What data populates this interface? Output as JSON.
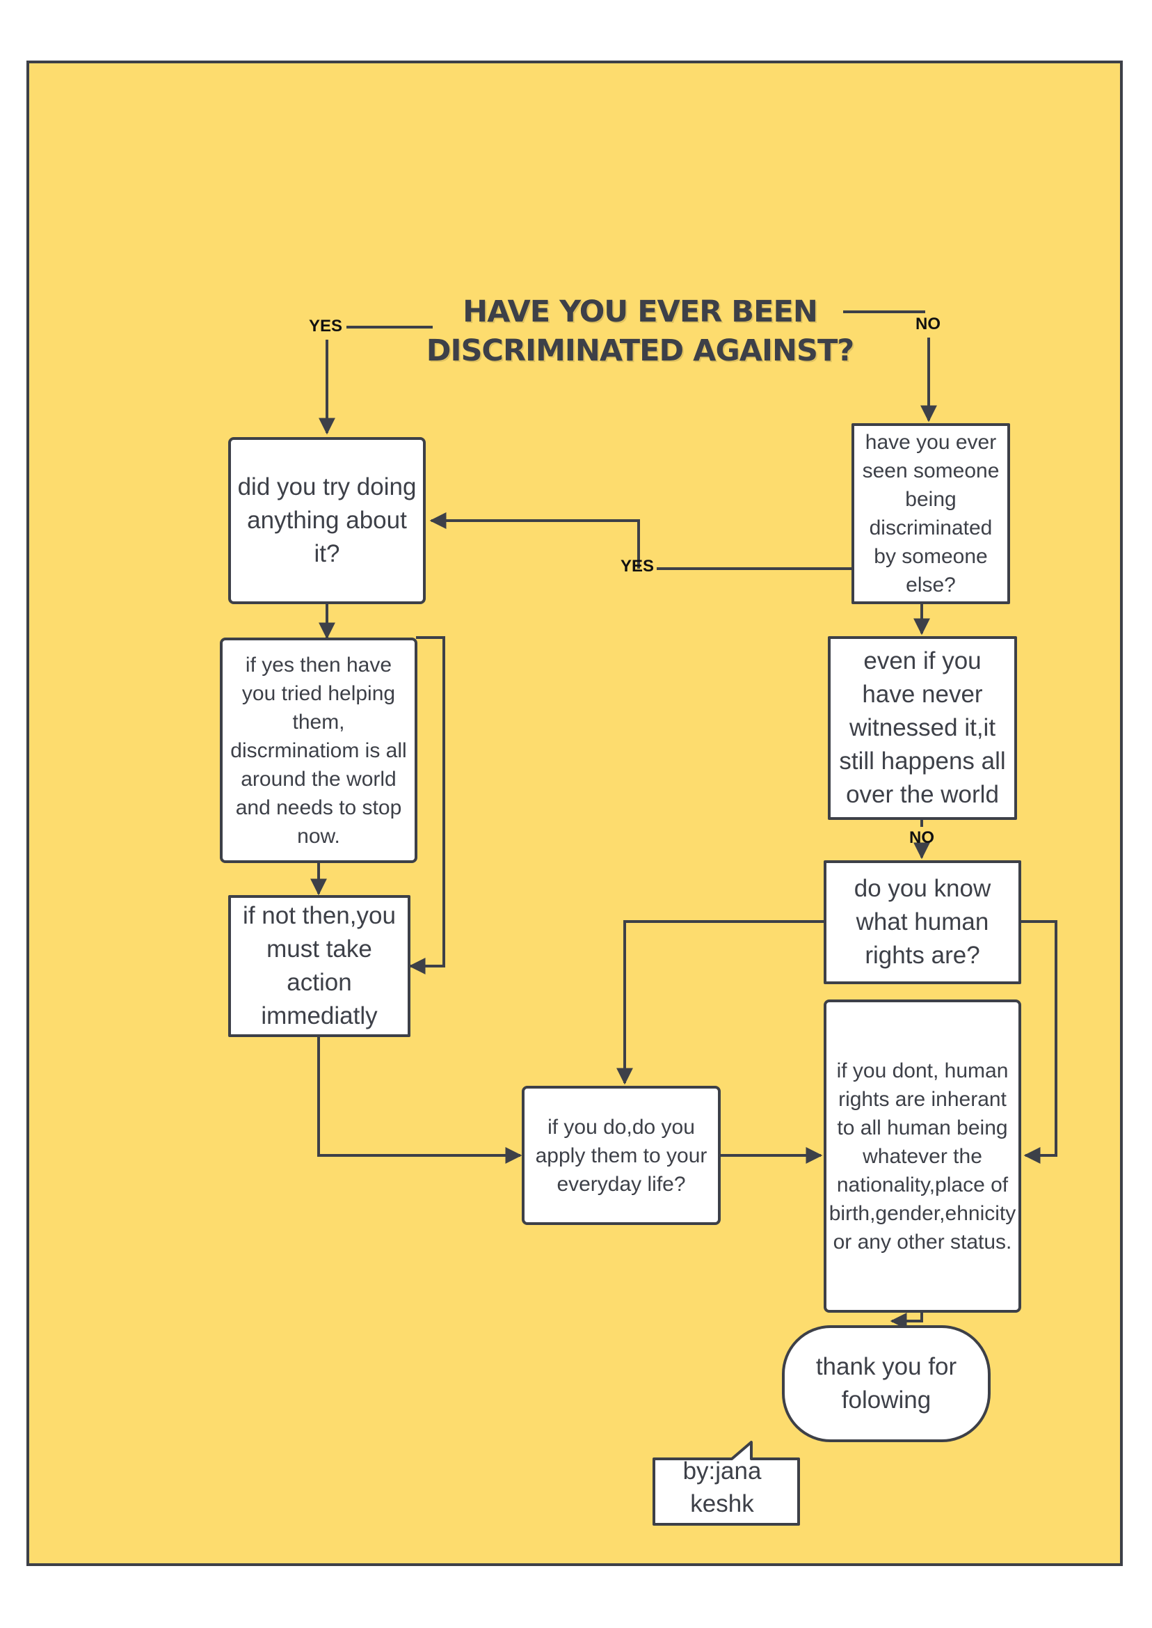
{
  "colors": {
    "background": "#FDDC6E",
    "stroke": "#3D4048",
    "box_fill": "#FFFFFF",
    "text": "#3D4048"
  },
  "title": "HAVE YOU EVER BEEN DISCRIMINATED AGAINST?",
  "edge_labels": {
    "yes_top": "YES",
    "no_top": "NO",
    "yes_middle": "YES",
    "no_middle": "NO"
  },
  "nodes": {
    "did_you_try": "did you try doing anything about it?",
    "seen_someone": "have you ever seen someone being discriminated by someone else?",
    "if_yes_helping": "if yes then have you tried helping them, discrminatiom is all around  the world and needs to stop now.",
    "even_if_never": "even if you have never witnessed it,it still happens all over the world",
    "if_not_action": "if not then,you must take action immediatly",
    "know_human_rights": "do you know what human rights are?",
    "if_you_dont": "if you dont, human rights are inherant to all human being whatever the nationality,place of birth,gender,ehnicity or any other status.",
    "if_you_do": "if you do,do you apply them to your everyday life?",
    "thank_you": "thank you for folowing"
  },
  "author_note": "by:jana keshk"
}
